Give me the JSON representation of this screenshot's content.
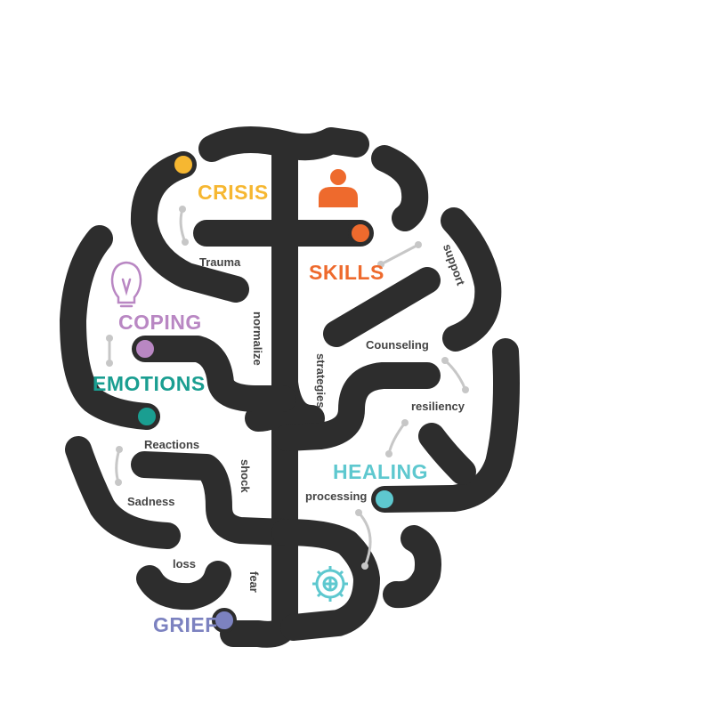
{
  "colors": {
    "crisis": "#f6b731",
    "skills": "#ee6a2d",
    "coping": "#b987c3",
    "emotions": "#1a9e91",
    "healing": "#5ec8cf",
    "grief": "#7c82c0",
    "tube": "#2d2d2d",
    "connector": "#c7c7c7"
  },
  "labels": {
    "crisis": "CRISIS",
    "skills": "SKILLS",
    "coping": "COPING",
    "emotions": "EMOTIONS",
    "healing": "HEALING",
    "grief": "GRIEF"
  },
  "terms": {
    "trauma": "Trauma",
    "normalize": "normalize",
    "strategies": "strategies",
    "counseling": "Counseling",
    "support": "support",
    "resiliency": "resiliency",
    "reactions": "Reactions",
    "sadness": "Sadness",
    "shock": "shock",
    "processing": "processing",
    "loss": "loss",
    "fear": "fear"
  },
  "icons": {
    "person": "person-icon",
    "lightbulb": "lightbulb-icon",
    "gear": "gear-icon"
  }
}
